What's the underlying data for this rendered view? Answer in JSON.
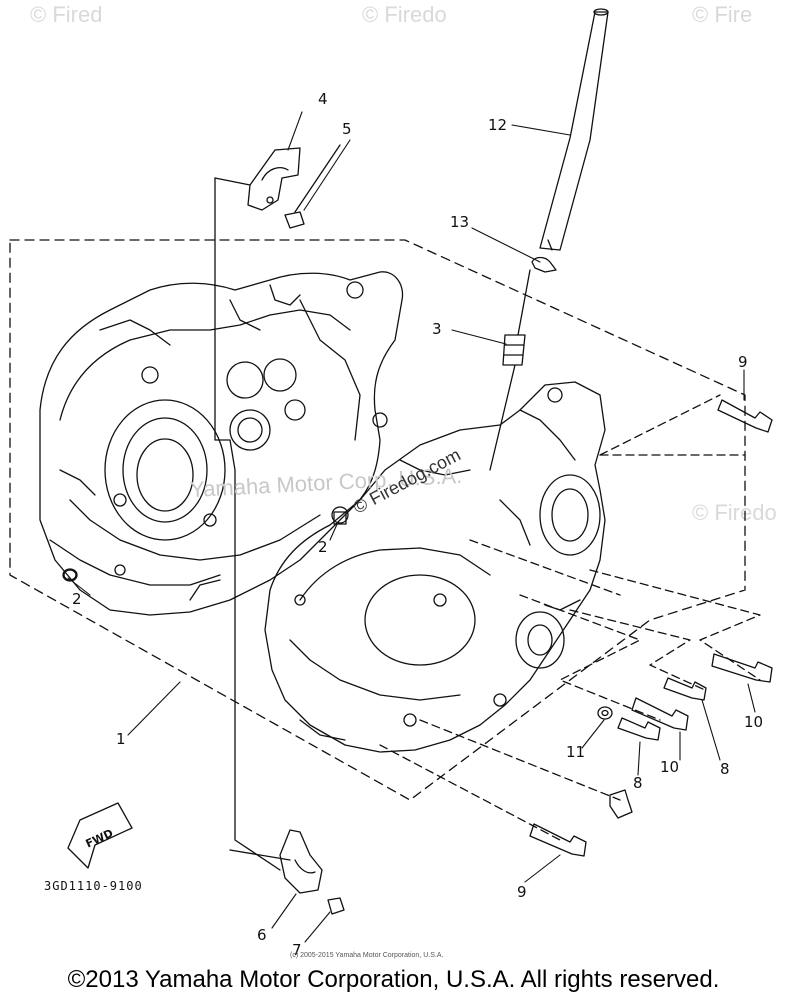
{
  "watermarks": {
    "top_left": "© Fired",
    "top_mid": "© Firedo",
    "top_right": "© Fire",
    "right_mid": "© Firedo",
    "center_gray": "Yamaha Motor Corp, U.S.A.",
    "center_dark": "© Firedog.com"
  },
  "callouts": {
    "c1": "1",
    "c2a": "2",
    "c2b": "2",
    "c3": "3",
    "c4": "4",
    "c5": "5",
    "c6": "6",
    "c7": "7",
    "c8a": "8",
    "c8b": "8",
    "c9a": "9",
    "c9b": "9",
    "c10a": "10",
    "c10b": "10",
    "c11": "11",
    "c12": "12",
    "c13": "13"
  },
  "fwd_label": "FWD",
  "part_code": "3GD1110-9100",
  "small_copyright": "(c) 2005-2015 Yamaha Motor Corporation, U.S.A.",
  "copyright": "©2013 Yamaha Motor Corporation, U.S.A. All rights reserved."
}
